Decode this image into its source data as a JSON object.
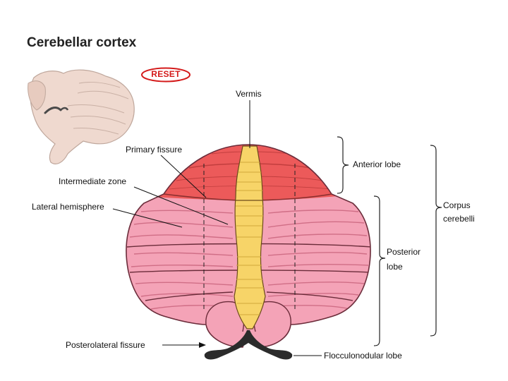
{
  "title": "Cerebellar cortex",
  "reset_label": "RESET",
  "labels": {
    "vermis": "Vermis",
    "primary_fissure": "Primary fissure",
    "intermediate_zone": "Intermediate zone",
    "lateral_hemisphere": "Lateral hemisphere",
    "posterolateral_fissure": "Posterolateral fissure",
    "anterior_lobe": "Anterior lobe",
    "posterior_lobe_line1": "Posterior",
    "posterior_lobe_line2": "lobe",
    "corpus_line1": "Corpus",
    "corpus_line2": "cerebelli",
    "flocculonodular_lobe": "Flocculonodular lobe"
  },
  "colors": {
    "anterior_lobe": "#ec5a5a",
    "posterior_lobe": "#f4a3b7",
    "vermis": "#f7d468",
    "flocculonodular": "#2b2b2b",
    "reset": "#d41a1a",
    "thumbnail": "#efd9cf"
  },
  "icons": {
    "thumbnail": "cerebellum-brainstem-thumbnail-icon"
  }
}
